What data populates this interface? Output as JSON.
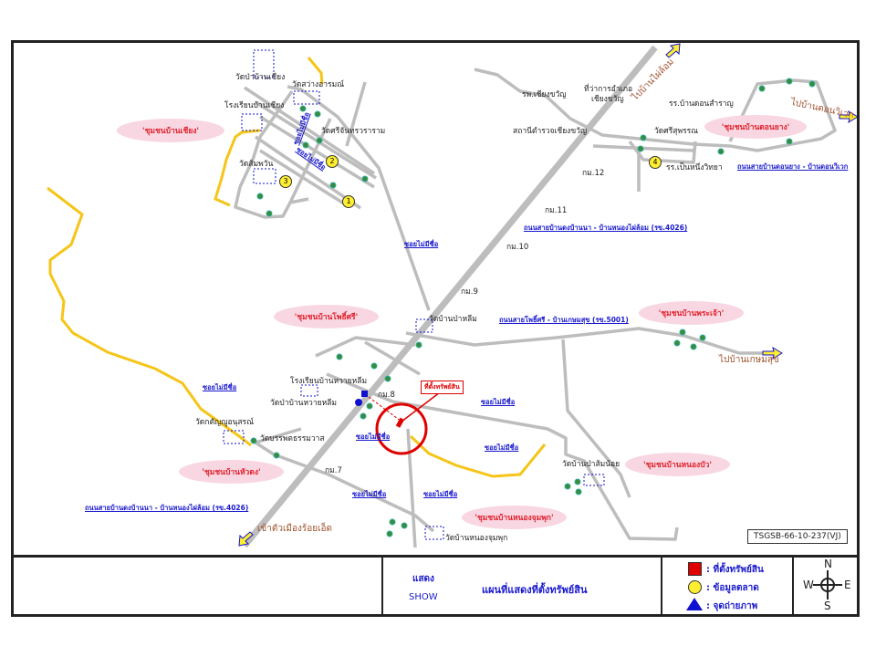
{
  "communities": [
    "'ชุมชนบ้านเชียง'",
    "'ชุมชนบ้านดอนยาง'",
    "'ชุมชนบ้านโพธิ์ศรี'",
    "'ชุมชนบ้านพระเจ้า'",
    "'ชุมชนบ้านหัวดง'",
    "'ชุมชนบ้านหนองบัว'",
    "'ชุมชนบ้านหนองจุมพุก'"
  ],
  "places": [
    "วัดป่าบ้านเชียง",
    "วัดสว่างอารมณ์",
    "โรงเรียนบ้านเชียง",
    "วัดศรีจันทรวราราม",
    "วัดส้มพวัน",
    "รพ.เชียงขวัญ",
    "ที่ว่าการอำเภอ",
    "เชียงขวัญ",
    "สถานีตำรวจเชียงขวัญ",
    "รร.บ้านดอนสำราญ",
    "วัดศรีสุพรรณ",
    "รร.เป็นหนึ่งวิทยา",
    "วัดบ้านป่าหลีม",
    "โรงเรียนบ้านหวายหลีม",
    "วัดป่าบ้านหวายหลีม",
    "วัดกตัญญูอนุสรณ์",
    "วัดบรรพตธรรมวาส",
    "วัดบ้านป่าส้มน้อย",
    "วัดบ้านหนองจุมพุก"
  ],
  "km": [
    "กม.12",
    "กม.11",
    "กม.10",
    "กม.9",
    "กม.8",
    "กม.7"
  ],
  "directions": [
    "ไปบ้านไผ่ล้อม",
    "ไปบ้านดอนวิเวก",
    "ไปบ้านเกษมสุข",
    "เข้าตัวเมืองร้อยเอ็ด"
  ],
  "roads": {
    "donyang": "ถนนสายบ้านดอนยาง - บ้านดอนวิเวก",
    "r4026": "ถนนสายบ้านดงบ้านนา - บ้านหนองไผ่ล้อม (รข.4026)",
    "r5001": "ถนนสายโพธิ์ศรี - บ้านเกษมสุข (รข.5001)",
    "unnamed": "ซอยไม่มีชื่อ"
  },
  "markers": [
    "1",
    "2",
    "3",
    "4"
  ],
  "property_label": "ที่ตั้งทรัพย์สิน",
  "code": "TSGSB-66-10-237(VJ)",
  "legend": {
    "show_th": "แสดง",
    "show_en": "SHOW",
    "title": "แผนที่แสดงที่ตั้งทรัพย์สิน",
    "items": [
      ": ที่ตั้งทรัพย์สิน",
      ": ข้อมูลตลาด",
      ": จุดถ่ายภาพ"
    ],
    "compass": {
      "n": "N",
      "s": "S",
      "w": "W",
      "e": "E"
    }
  },
  "colors": {
    "road": "#bdbdbd",
    "boundary": "#f5c518",
    "property": "#e00000",
    "market": "#ffef30",
    "photo": "#1010d0"
  }
}
